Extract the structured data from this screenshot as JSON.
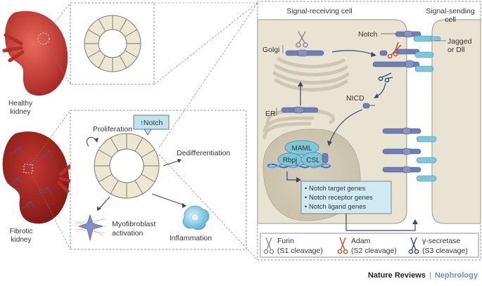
{
  "left": {
    "healthy_label": [
      "Healthy",
      "kidney"
    ],
    "fibrotic_label": [
      "Fibrotic",
      "kidney"
    ],
    "proliferation": "Proliferation",
    "notch_up": "↑Notch",
    "dedifferentiation": "Dedifferentiation",
    "myofibroblast": [
      "Myofibroblast",
      "activation"
    ],
    "inflammation": "Inflammation"
  },
  "right": {
    "receiving_cell": "Signal-receiving cell",
    "sending_cell": [
      "Signal-sending",
      "cell"
    ],
    "golgi": "Golgi",
    "notch": "Notch",
    "jagged": [
      "Jagged",
      "or Dll"
    ],
    "nicd": "NICD",
    "er": "ER",
    "maml": "MAML",
    "rbpj": "Rbpj",
    "csl": "CSL",
    "target_genes": [
      "• Notch target genes",
      "• Notch receptor genes",
      "• Notch ligand genes"
    ]
  },
  "legend": [
    {
      "name": "Furin",
      "detail": "(S1 cleavage)",
      "color": "#8a8a8a"
    },
    {
      "name": "Adam",
      "detail": "(S2 cleavage)",
      "color": "#c0502e"
    },
    {
      "name": "γ-secretase",
      "detail": "(S3 cleavage)",
      "color": "#2a4a7a"
    }
  ],
  "footer": {
    "journal": "Nature Reviews",
    "separator": "|",
    "subject": "Nephrology"
  },
  "colors": {
    "cell_fill": "#e9e3d3",
    "receptor": "#6f7fb5",
    "ligand": "#7fc6d8",
    "kidney": "#c8332f",
    "dna": "#2f6fc9"
  }
}
